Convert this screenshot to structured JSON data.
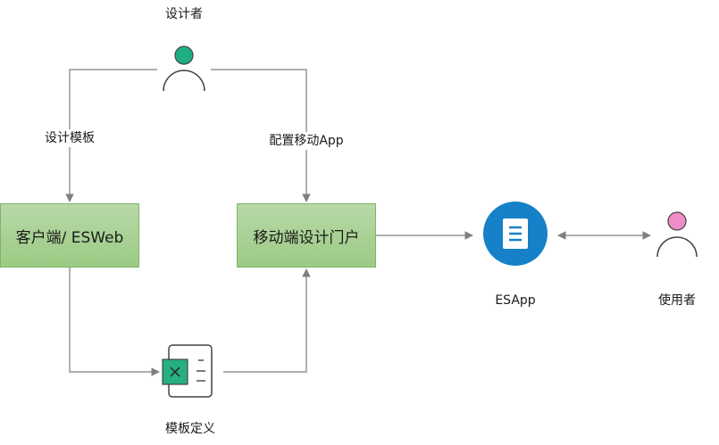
{
  "diagram": {
    "nodes": {
      "designer": {
        "label": "设计者",
        "icon": "person-icon",
        "head_color": "#1fae84"
      },
      "client": {
        "label": "客户端/ ESWeb",
        "fill": "#a8d08d",
        "stroke": "#82b366"
      },
      "portal": {
        "label": "移动端设计门户",
        "fill": "#a8d08d",
        "stroke": "#82b366"
      },
      "template": {
        "label": "模板定义",
        "icon": "spreadsheet-template-icon",
        "accent": "#26b07f"
      },
      "esapp": {
        "label": "ESApp",
        "icon": "document-icon",
        "color": "#1681c8"
      },
      "user": {
        "label": "使用者",
        "icon": "person-icon",
        "head_color": "#f08cc6"
      }
    },
    "edges": [
      {
        "from": "designer",
        "to": "client",
        "label": "设计模板"
      },
      {
        "from": "designer",
        "to": "portal",
        "label": "配置移动App"
      },
      {
        "from": "client",
        "to": "template",
        "label": ""
      },
      {
        "from": "template",
        "to": "portal",
        "label": ""
      },
      {
        "from": "portal",
        "to": "esapp",
        "label": ""
      },
      {
        "from": "esapp",
        "to": "user",
        "label": "",
        "bidirectional": true
      }
    ],
    "colors": {
      "edge": "#7f7f7f",
      "outline": "#444444"
    }
  }
}
